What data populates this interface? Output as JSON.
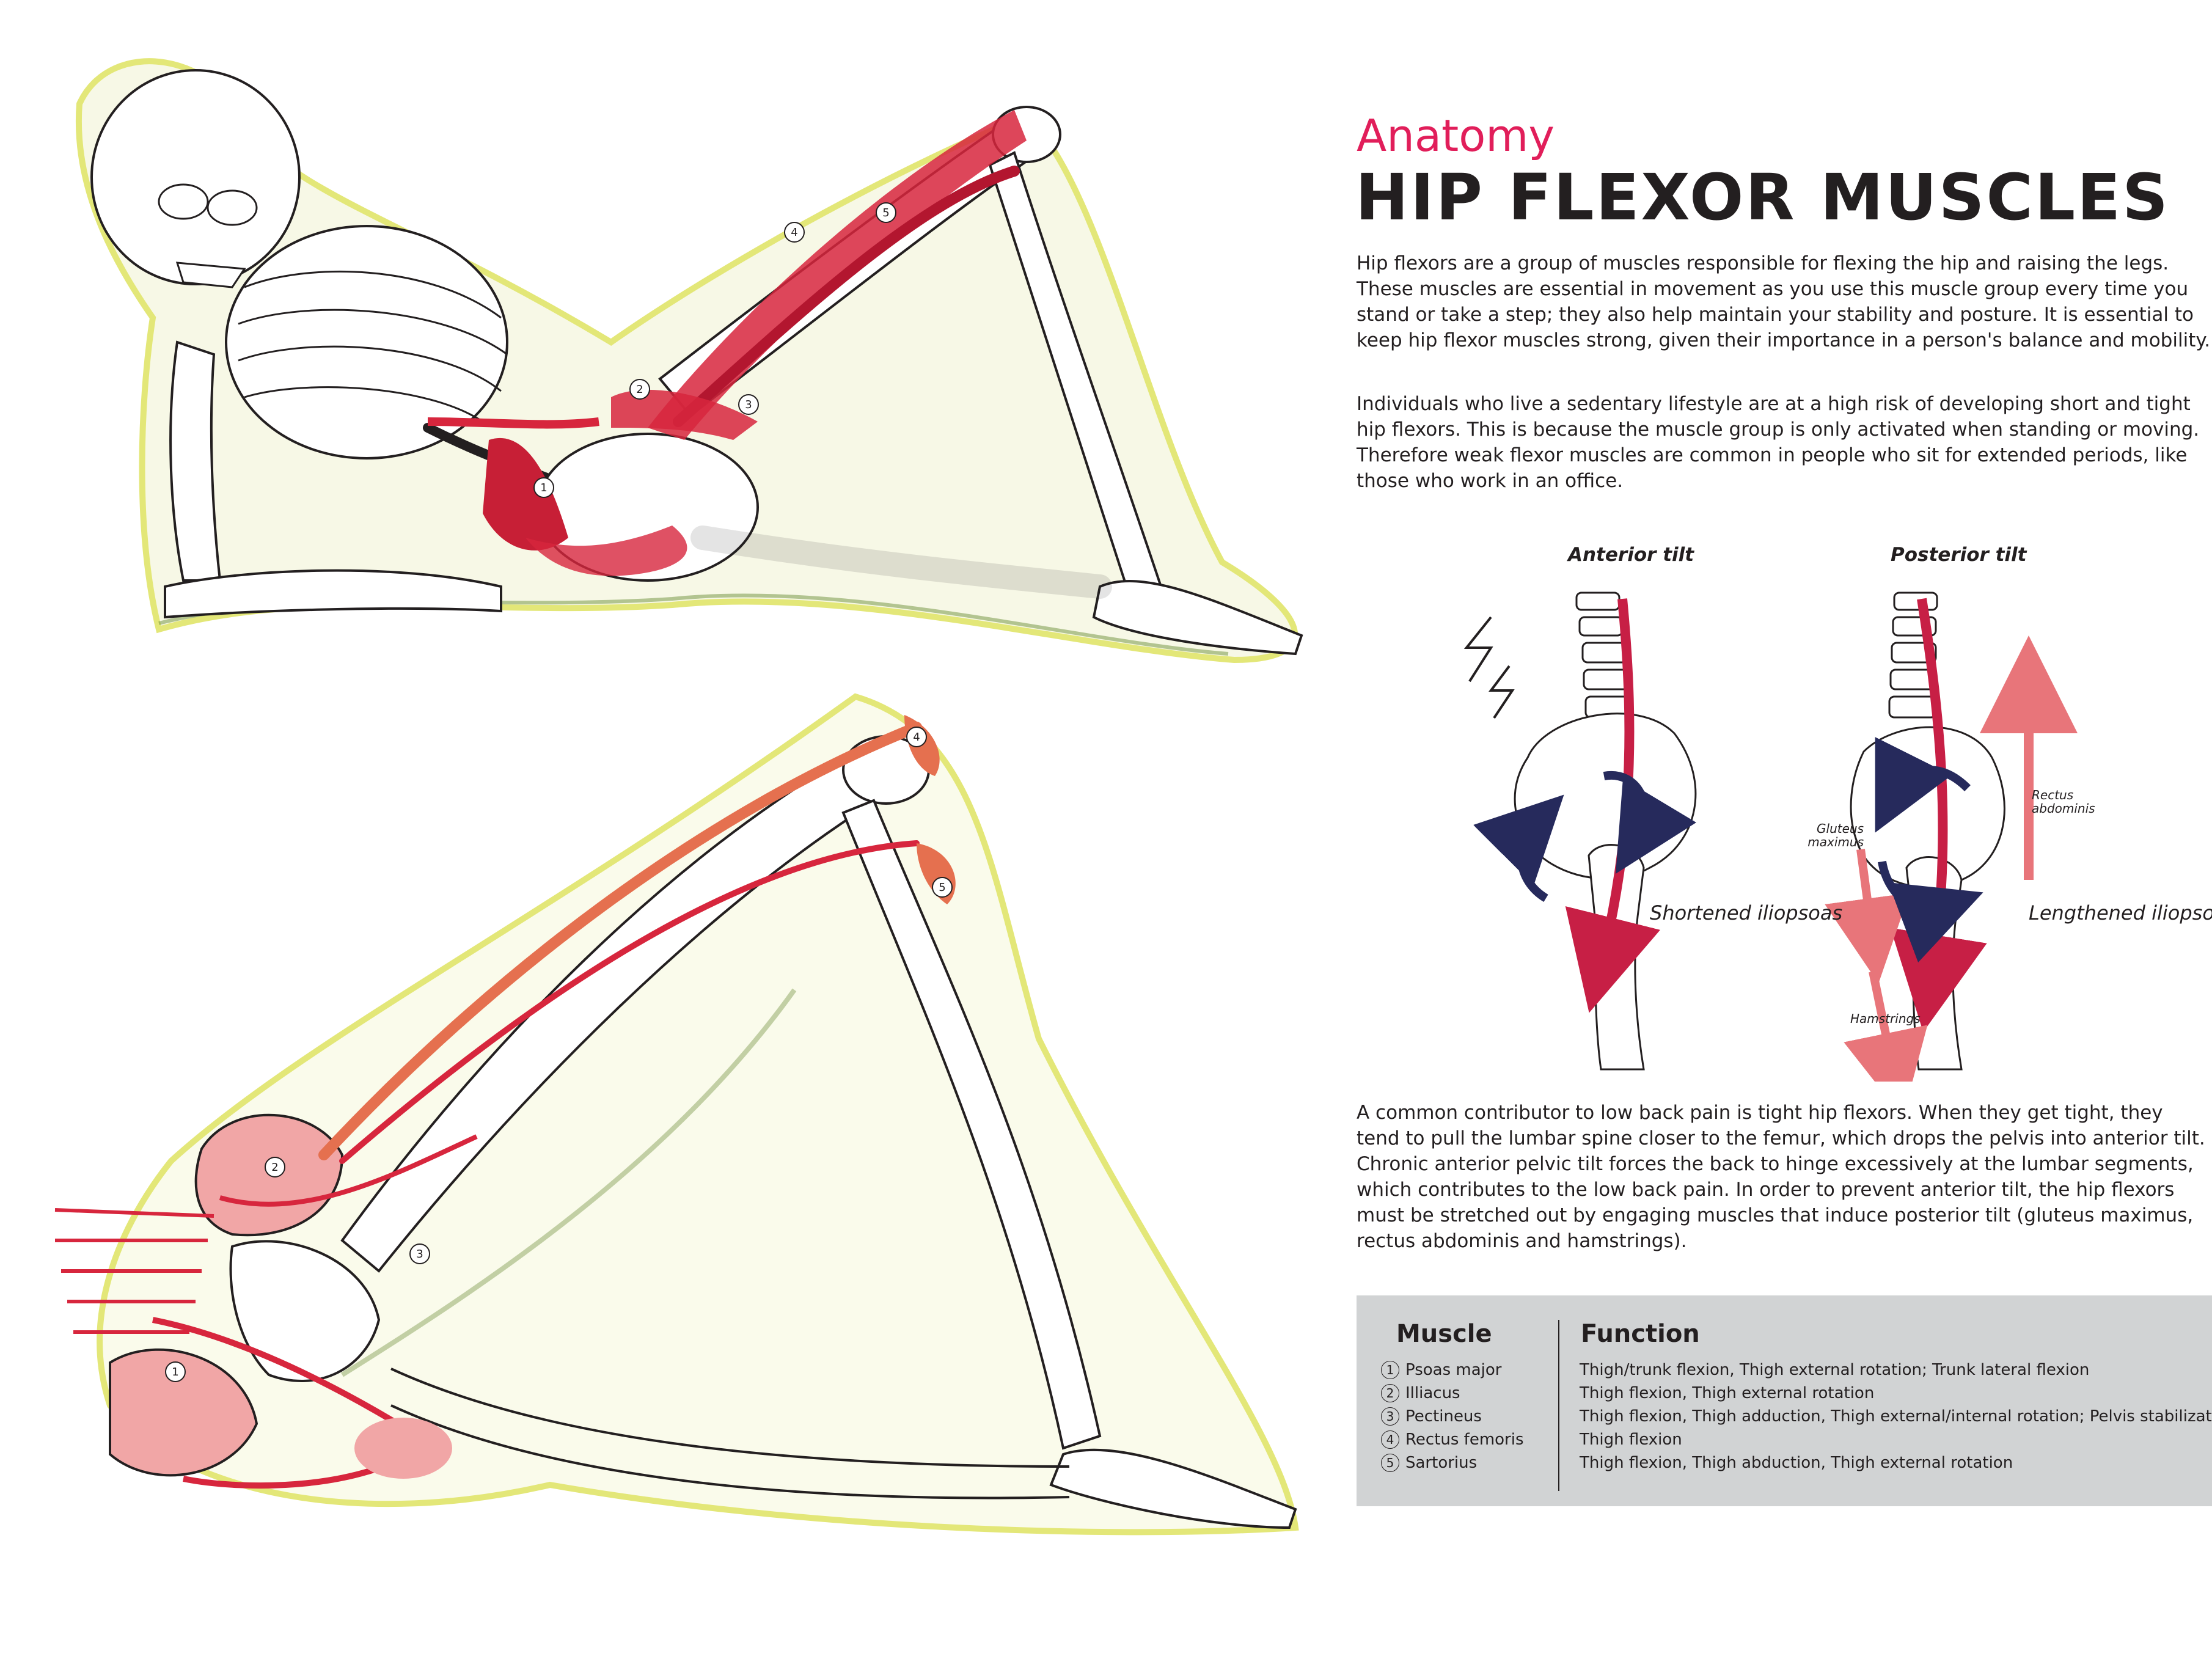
{
  "header": {
    "kicker": "Anatomy",
    "title": "HIP FLEXOR MUSCLES"
  },
  "paragraphs": {
    "intro_1": "Hip flexors are a group of muscles responsible for flexing the hip and raising the legs. These muscles are essential in movement as you use this muscle group every time you stand or take a step; they also help maintain your stability and posture.  It is essential to keep hip flexor muscles strong, given their importance in a person's balance and mobility.",
    "intro_2": "Individuals who live a sedentary lifestyle are at a high risk of developing short and tight hip flexors. This is because the muscle group is only activated when standing or moving. Therefore weak flexor muscles are common in people who sit for extended periods, like those who work in an office.",
    "back_pain": "A common contributor to low back pain is tight hip flexors. When they get tight, they tend to pull the lumbar spine closer to the femur, which drops the pelvis into anterior tilt. Chronic anterior pelvic tilt forces the back to hinge excessively at the lumbar segments, which contributes to the low back pain. In order to prevent anterior tilt, the hip flexors must be stretched out by engaging muscles that induce posterior tilt (gluteus maximus, rectus abdominis and hamstrings)."
  },
  "tilt_diagram": {
    "anterior": {
      "title": "Anterior tilt",
      "caption": "Shortened iliopsoas"
    },
    "posterior": {
      "title": "Posterior tilt",
      "caption": "Lengthened iliopsoas",
      "labels": {
        "rectus_line1": "Rectus",
        "rectus_line2": "abdominis",
        "gluteus_line1": "Gluteus",
        "gluteus_line2": "maximus",
        "hamstrings": "Hamstrings"
      }
    }
  },
  "muscle_table": {
    "header_muscle": "Muscle",
    "header_function": "Function",
    "rows": [
      {
        "num": "1",
        "muscle": "Psoas major",
        "function": "Thigh/trunk flexion, Thigh external rotation; Trunk lateral flexion"
      },
      {
        "num": "2",
        "muscle": "Illiacus",
        "function": "Thigh flexion, Thigh external rotation"
      },
      {
        "num": "3",
        "muscle": "Pectineus",
        "function": "Thigh flexion, Thigh adduction, Thigh external/internal rotation; Pelvis stabilization"
      },
      {
        "num": "4",
        "muscle": "Rectus femoris",
        "function": "Thigh flexion"
      },
      {
        "num": "5",
        "muscle": "Sartorius",
        "function": "Thigh flexion, Thigh abduction, Thigh external rotation"
      }
    ]
  },
  "illustration_markers": {
    "top_figure": [
      "4",
      "5",
      "2",
      "3",
      "1"
    ],
    "bottom_figure": [
      "4",
      "5",
      "2",
      "3",
      "1"
    ]
  },
  "colors": {
    "accent": "#e11e5a",
    "muscle_red": "#d7263d",
    "muscle_pink": "#ea8d8d",
    "navy_arrow": "#262a5c",
    "pencil_yellow": "#e1e56a",
    "pencil_green": "#6e8f3a",
    "table_bg": "#d1d3d4"
  }
}
